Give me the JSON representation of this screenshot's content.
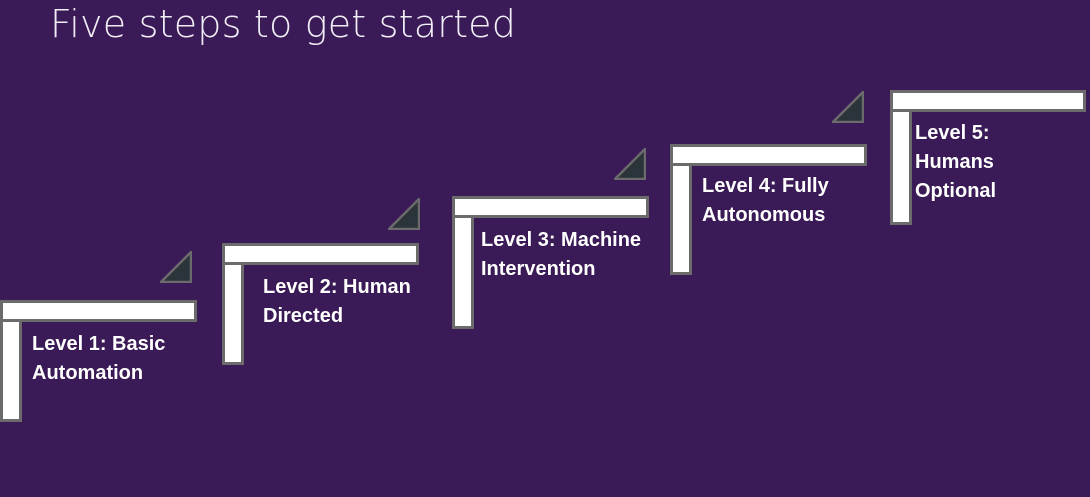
{
  "slide": {
    "title": "Five steps to get started",
    "background_color": "#3B1A58",
    "bar_fill_color": "#FFFFFF",
    "bar_border_color": "#6B6B6B",
    "triangle_fill_color": "#2B333B",
    "triangle_border_color": "#6B6B6B",
    "text_color": "#FFFFFF",
    "title_color": "#F1EEF5"
  },
  "steps": [
    {
      "id": "level-1",
      "label": "Level 1: Basic\nAutomation",
      "label_lines": [
        "Level 1: Basic",
        "Automation"
      ]
    },
    {
      "id": "level-2",
      "label": "Level 2: Human\nDirected",
      "label_lines": [
        "Level 2: Human",
        "Directed"
      ]
    },
    {
      "id": "level-3",
      "label": "Level 3: Machine\nIntervention",
      "label_lines": [
        "Level 3: Machine",
        "Intervention"
      ]
    },
    {
      "id": "level-4",
      "label": "Level 4: Fully\nAutonomous",
      "label_lines": [
        "Level 4: Fully",
        "Autonomous"
      ]
    },
    {
      "id": "level-5",
      "label": "Level 5:\nHumans\nOptional",
      "label_lines": [
        "Level 5:",
        "Humans",
        "Optional"
      ]
    }
  ]
}
